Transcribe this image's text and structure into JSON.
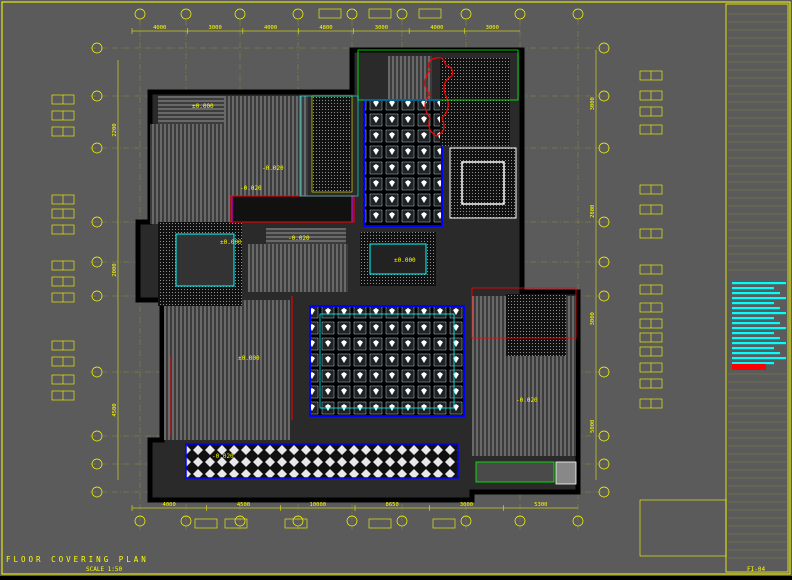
{
  "sheet": {
    "title": "FLOOR COVERING PLAN",
    "scale_text": "SCALE 1:50",
    "sheet_number": "FI-04"
  },
  "dimensions_top": [
    "4000",
    "3000",
    "4000",
    "4800",
    "3000",
    "4000",
    "3000"
  ],
  "dimensions_bottom": [
    "4000",
    "4500",
    "10000",
    "8650",
    "3000",
    "5300"
  ],
  "dimensions_left": [
    "2200",
    "2000",
    "4500"
  ],
  "dimensions_right": [
    "3000",
    "2800",
    "3000",
    "5000"
  ],
  "elevations": [
    "±0.000",
    "-0.020",
    "-0.020",
    "±0.000",
    "-0.020",
    "±0.000",
    "±0.000",
    "-0.020",
    "-0.020"
  ],
  "colors": {
    "background": "#5b5b5b",
    "line": "#ffff00",
    "wall": "#000000",
    "accent_red": "#ff0000",
    "accent_blue": "#0000ff",
    "accent_magenta": "#ff00ff",
    "accent_cyan": "#00ffff",
    "accent_green": "#00ff00"
  }
}
